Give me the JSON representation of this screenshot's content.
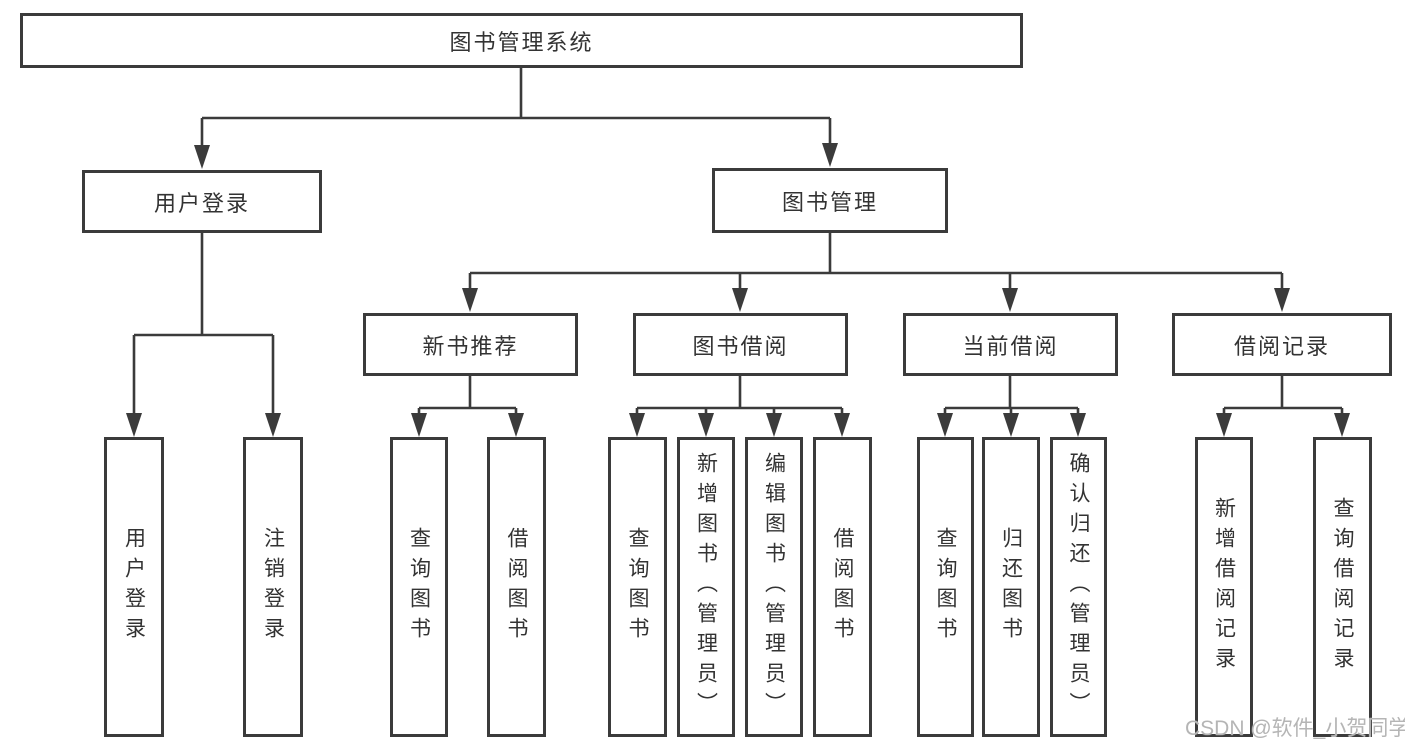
{
  "tree": {
    "root": "图书管理系统",
    "children": [
      {
        "label": "用户登录",
        "children": [
          "用户登录",
          "注销登录"
        ]
      },
      {
        "label": "图书管理",
        "children": [
          {
            "label": "新书推荐",
            "children": [
              "查询图书",
              "借阅图书"
            ]
          },
          {
            "label": "图书借阅",
            "children": [
              "查询图书",
              "新增图书（管理员）",
              "编辑图书（管理员）",
              "借阅图书"
            ]
          },
          {
            "label": "当前借阅",
            "children": [
              "查询图书",
              "归还图书",
              "确认归还（管理员）"
            ]
          },
          {
            "label": "借阅记录",
            "children": [
              "新增借阅记录",
              "查询借阅记录"
            ]
          }
        ]
      }
    ]
  },
  "watermark": {
    "text": "CSDN @软件_小贺同学"
  },
  "colors": {
    "line": "#3b3b3b",
    "box_border": "#3b3b3b",
    "text": "#333333",
    "watermark": "#b5b5b5",
    "background": "#ffffff"
  }
}
